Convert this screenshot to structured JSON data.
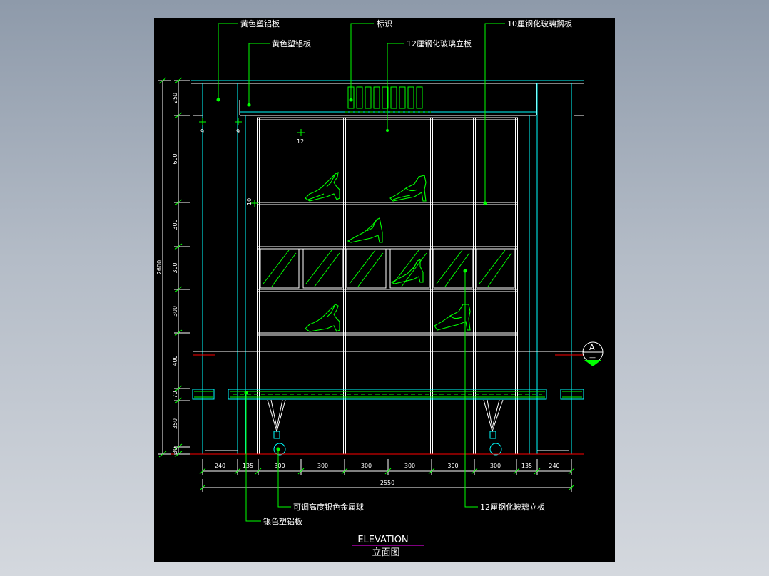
{
  "drawing": {
    "top_labels": {
      "yellow_panel_1": "黄色塑铝板",
      "yellow_panel_2": "黄色塑铝板",
      "sign": "标识",
      "glass_vertical_top": "12厘钢化玻璃立板",
      "glass_shelf": "10厘钢化玻璃搁板"
    },
    "bottom_labels": {
      "adjustable_ball": "可调高度银色金属球",
      "glass_vertical_bottom": "12厘钢化玻璃立板",
      "silver_panel": "银色塑铝板"
    },
    "small_dims": {
      "d9a": "9",
      "d9b": "9",
      "d12": "12",
      "d10": "10"
    },
    "left_dims": [
      "250",
      "600",
      "300",
      "300",
      "300",
      "400",
      "70",
      "350",
      "30"
    ],
    "total_height": "2600",
    "bottom_dims": [
      "240",
      "135",
      "300",
      "300",
      "300",
      "300",
      "300",
      "300",
      "135",
      "240"
    ],
    "total_width": "2550",
    "section_marker": {
      "letter": "A",
      "sub": "—"
    },
    "title_en": "ELEVATION",
    "title_cn": "立面图"
  },
  "colors": {
    "background": "#000000",
    "frame": "#ffffff",
    "cyan": "#00ffff",
    "green": "#00ff00",
    "red": "#ff0000",
    "magenta": "#ff00ff"
  }
}
